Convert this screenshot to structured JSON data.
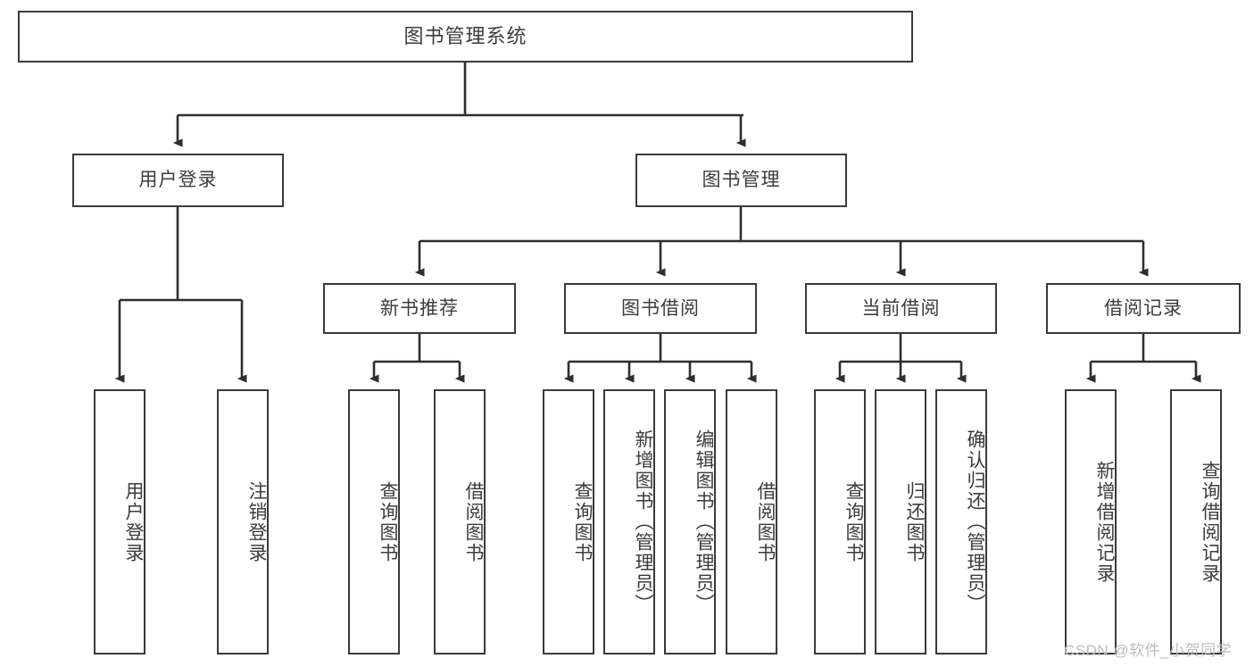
{
  "diagram": {
    "type": "tree-hierarchy",
    "title": "图书管理系统",
    "root": {
      "id": "root",
      "label": "图书管理系统"
    },
    "level1": [
      {
        "id": "user-login",
        "label": "用户登录"
      },
      {
        "id": "book-manage",
        "label": "图书管理"
      }
    ],
    "level2": [
      {
        "id": "new-book-recommend",
        "label": "新书推荐",
        "parent": "book-manage"
      },
      {
        "id": "book-borrow",
        "label": "图书借阅",
        "parent": "book-manage"
      },
      {
        "id": "current-borrow",
        "label": "当前借阅",
        "parent": "book-manage"
      },
      {
        "id": "borrow-record",
        "label": "借阅记录",
        "parent": "book-manage"
      }
    ],
    "leaves": [
      {
        "id": "leaf-user-login",
        "label": "用户登录",
        "parent": "user-login"
      },
      {
        "id": "leaf-logout-login",
        "label": "注销登录",
        "parent": "user-login"
      },
      {
        "id": "leaf-query-book-1",
        "label": "查询图书",
        "parent": "new-book-recommend"
      },
      {
        "id": "leaf-borrow-book-1",
        "label": "借阅图书",
        "parent": "new-book-recommend"
      },
      {
        "id": "leaf-query-book-2",
        "label": "查询图书",
        "parent": "book-borrow"
      },
      {
        "id": "leaf-add-book",
        "label": "新增图书（管理员）",
        "parent": "book-borrow"
      },
      {
        "id": "leaf-edit-book",
        "label": "编辑图书（管理员）",
        "parent": "book-borrow"
      },
      {
        "id": "leaf-borrow-book-2",
        "label": "借阅图书",
        "parent": "book-borrow"
      },
      {
        "id": "leaf-query-book-3",
        "label": "查询图书",
        "parent": "current-borrow"
      },
      {
        "id": "leaf-return-book",
        "label": "归还图书",
        "parent": "current-borrow"
      },
      {
        "id": "leaf-confirm-return",
        "label": "确认归还（管理员）",
        "parent": "current-borrow"
      },
      {
        "id": "leaf-add-record",
        "label": "新增借阅记录",
        "parent": "borrow-record"
      },
      {
        "id": "leaf-query-record",
        "label": "查询借阅记录",
        "parent": "borrow-record"
      }
    ]
  },
  "watermark": {
    "text": "CSDN @软件_小贺同学"
  },
  "colors": {
    "border": "#3a3a3a",
    "text": "#3c3c3c",
    "background": "#ffffff",
    "watermark": "#bdbdbd"
  }
}
